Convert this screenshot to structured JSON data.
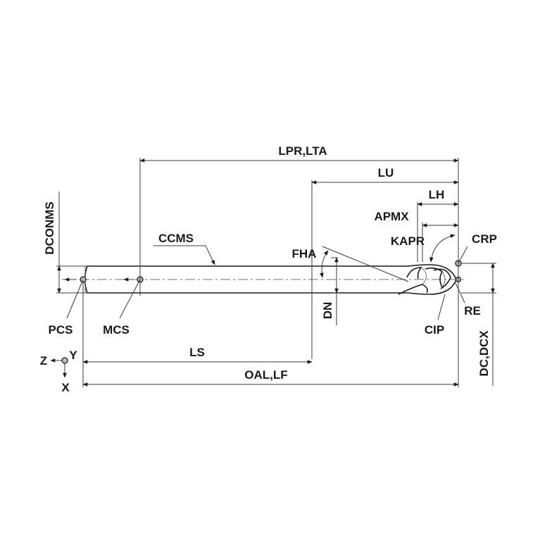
{
  "labels": {
    "lpr_lta": "LPR,LTA",
    "lu": "LU",
    "lh": "LH",
    "apmx": "APMX",
    "kapr": "KAPR",
    "crp": "CRP",
    "dconms": "DCONMS",
    "ccms": "CCMS",
    "fha": "FHA",
    "dn": "DN",
    "re": "RE",
    "cip": "CIP",
    "pcs": "PCS",
    "mcs": "MCS",
    "ls": "LS",
    "oal_lf": "OAL,LF",
    "dc_dcx": "DC,DCX",
    "axis_z": "Z",
    "axis_y": "Y",
    "axis_x": "X"
  }
}
